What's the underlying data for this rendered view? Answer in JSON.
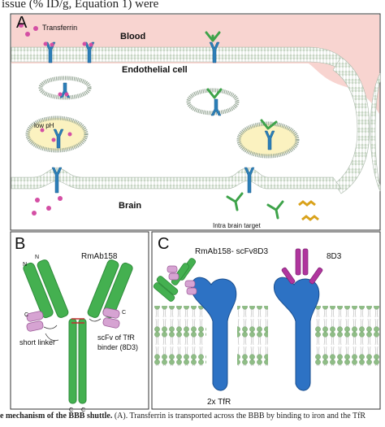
{
  "header_text": "issue (% ID/g, Equation 1) were",
  "caption": {
    "bold": "e mechanism of the BBB shuttle.",
    "rest": " (A). Transferrin is transported across the BBB by binding to iron and the TfR"
  },
  "panel_a": {
    "letter": "A",
    "legend_transferrin": "Transferrin",
    "blood": "Blood",
    "endothelial_cell": "Endothelial cell",
    "low_ph": "low pH",
    "brain": "Brain",
    "intra_brain_target": "Intra brain target"
  },
  "panel_b": {
    "letter": "B",
    "antibody": "RmAb158",
    "n1": "N",
    "n2": "N",
    "c1": "C",
    "c2": "C",
    "c3": "C",
    "c4": "C",
    "short_linker": "short linker",
    "scfv_line1": "scFv of TfR",
    "scfv_line2": "binder (8D3)"
  },
  "panel_c": {
    "letter": "C",
    "construct": "RmAb158- scFv8D3",
    "antibody_8d3": "8D3",
    "receptor": "2x TfR"
  },
  "colors": {
    "blood": "#f8d4d0",
    "vesicle_fill": "#fbf2c0",
    "tfr_blue": "#2c7fb8",
    "antibody_green": "#3ea34a",
    "scfv_pink": "#c98ac6",
    "magenta": "#b0359e",
    "transferrin_dot": "#d44fa4",
    "membrane_bead": "#9bc49a"
  }
}
